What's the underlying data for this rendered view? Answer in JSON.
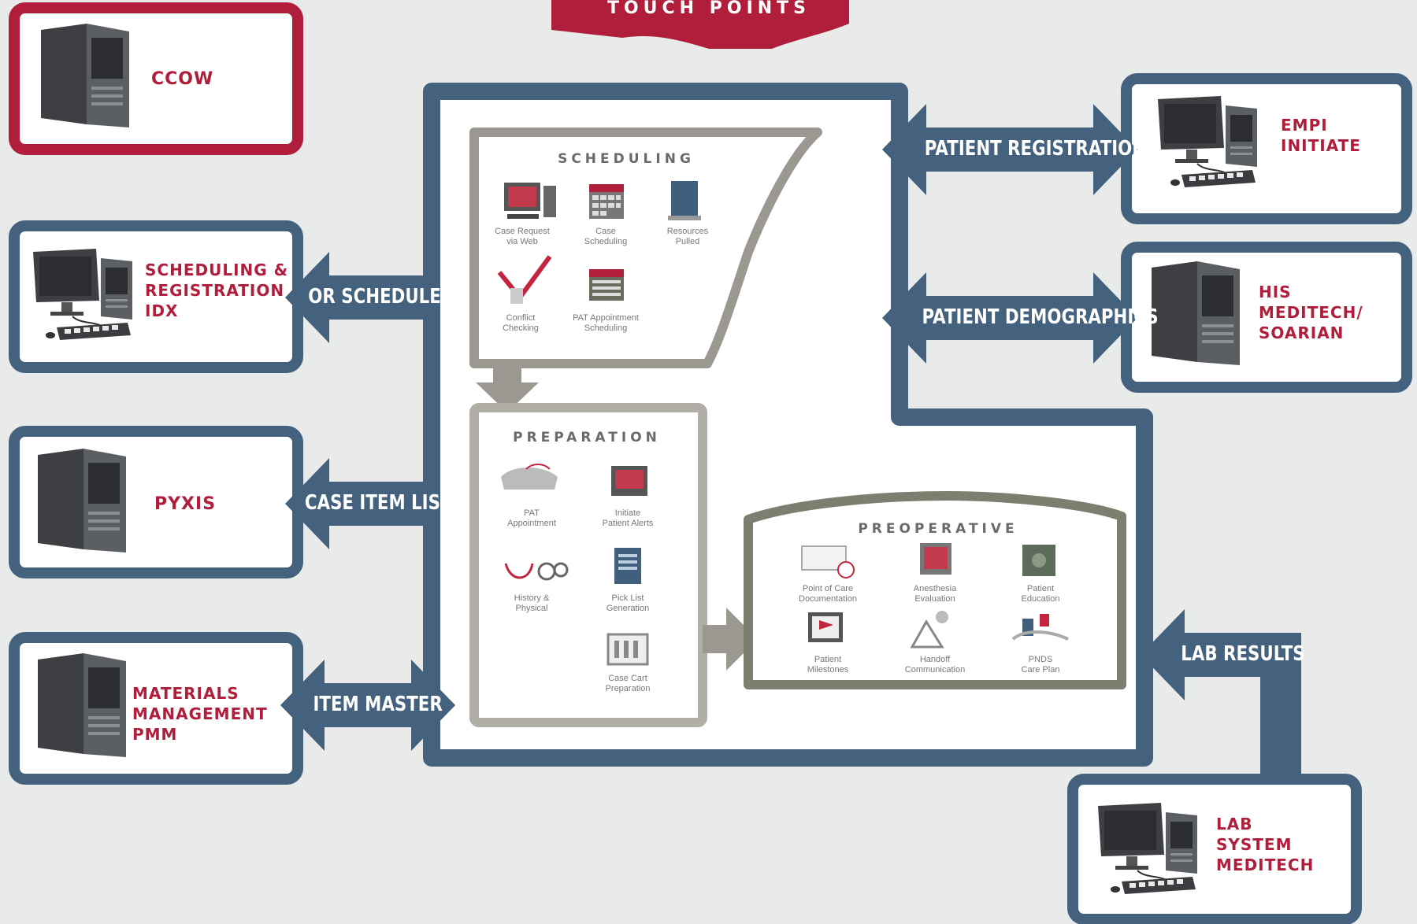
{
  "banner": {
    "title": "TOUCH POINTS"
  },
  "systems": {
    "ccow": [
      "CCOW"
    ],
    "sched_reg": [
      "SCHEDULING &",
      "REGISTRATION",
      "IDX"
    ],
    "pyxis": [
      "PYXIS"
    ],
    "materials": [
      "MATERIALS",
      "MANAGEMENT",
      "PMM"
    ],
    "empi": [
      "EMPI",
      "INITIATE"
    ],
    "his": [
      "HIS",
      "MEDITECH/",
      "SOARIAN"
    ],
    "lab": [
      "LAB",
      "SYSTEM",
      "MEDITECH"
    ]
  },
  "flows": {
    "or_schedule": "OR SCHEDULE",
    "case_item_list": "CASE ITEM LIST",
    "item_master": "ITEM MASTER",
    "patient_registration": "PATIENT REGISTRATION",
    "patient_demographics": "PATIENT DEMOGRAPHICS",
    "lab_results": "LAB RESULTS"
  },
  "panels": {
    "scheduling": {
      "title": "SCHEDULING",
      "items": [
        {
          "icon": "computer-request-icon",
          "lines": [
            "Case Request",
            "via Web"
          ]
        },
        {
          "icon": "calendar-icon",
          "lines": [
            "Case",
            "Scheduling"
          ]
        },
        {
          "icon": "binder-icon",
          "lines": [
            "Resources",
            "Pulled"
          ]
        },
        {
          "icon": "checkmark-icon",
          "lines": [
            "Conflict",
            "Checking"
          ]
        },
        {
          "icon": "schedule-book-icon",
          "lines": [
            "PAT Appointment",
            "Scheduling"
          ]
        }
      ]
    },
    "preparation": {
      "title": "PREPARATION",
      "items": [
        {
          "icon": "phone-icon",
          "lines": [
            "PAT",
            "Appointment"
          ]
        },
        {
          "icon": "alert-monitor-icon",
          "lines": [
            "Initiate",
            "Patient Alerts"
          ]
        },
        {
          "icon": "stethoscope-icon",
          "lines": [
            "History &",
            "Physical"
          ]
        },
        {
          "icon": "pick-list-icon",
          "lines": [
            "Pick List",
            "Generation"
          ]
        },
        {
          "icon": "case-cart-icon",
          "lines": [
            "Case Cart",
            "Preparation"
          ]
        }
      ]
    },
    "preoperative": {
      "title": "PREOPERATIVE",
      "items": [
        {
          "icon": "documentation-icon",
          "lines": [
            "Point of Care",
            "Documentation"
          ]
        },
        {
          "icon": "anesthesia-icon",
          "lines": [
            "Anesthesia",
            "Evaluation"
          ]
        },
        {
          "icon": "education-icon",
          "lines": [
            "Patient",
            "Education"
          ]
        },
        {
          "icon": "milestone-flag-icon",
          "lines": [
            "Patient",
            "Milestones"
          ]
        },
        {
          "icon": "handoff-icon",
          "lines": [
            "Handoff",
            "Communication"
          ]
        },
        {
          "icon": "care-plan-icon",
          "lines": [
            "PNDS",
            "Care Plan"
          ]
        }
      ]
    }
  },
  "colors": {
    "red": "#b01e3c",
    "blue": "#44627d",
    "gray": "#9a9890",
    "olive": "#7e7e70"
  }
}
